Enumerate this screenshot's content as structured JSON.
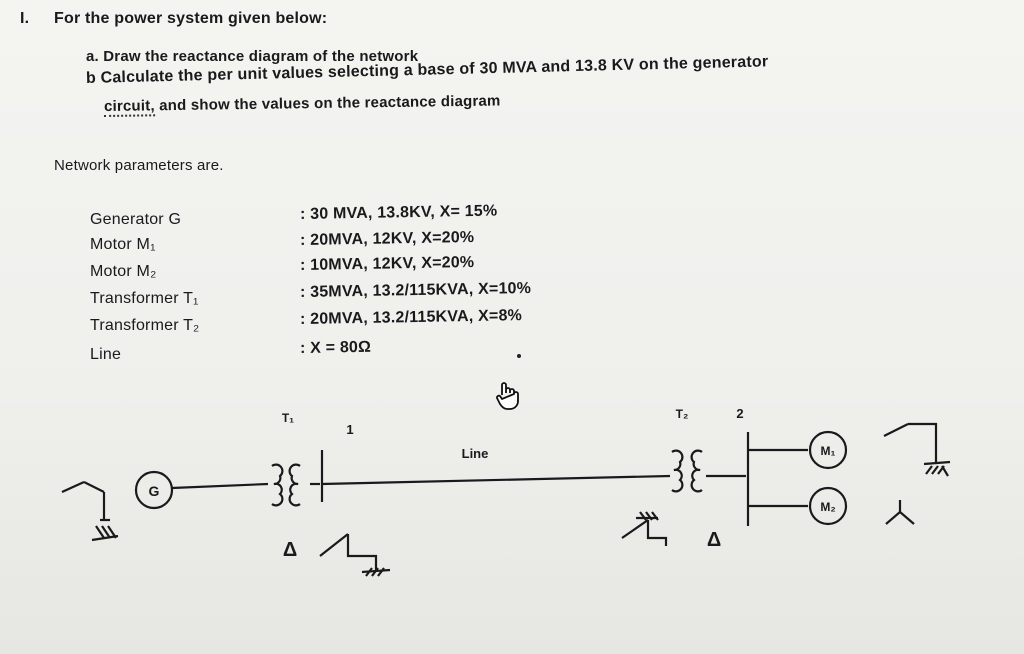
{
  "question": {
    "number": "I.",
    "stem": "For the power system given below:",
    "part_a": "a. Draw the reactance diagram of the network",
    "part_b_line1": "b  Calculate the per unit values selecting a base of 30 MVA and 13.8 KV on the generator",
    "part_b_line2_first": "circuit,",
    "part_b_line2_rest": " and show the values on the reactance diagram"
  },
  "network": {
    "title": "Network parameters are.",
    "params": [
      {
        "name": "Generator G",
        "value": ": 30 MVA, 13.8KV, X= 15%"
      },
      {
        "name": "Motor M₁",
        "value": ": 20MVA, 12KV, X=20%"
      },
      {
        "name": "Motor M₂",
        "value": ": 10MVA, 12KV, X=20%"
      },
      {
        "name": "Transformer T₁",
        "value": ": 35MVA, 13.2/115KVA, X=10%"
      },
      {
        "name": "Transformer T₂",
        "value": ": 20MVA, 13.2/115KVA, X=8%"
      },
      {
        "name": "Line",
        "value": ": X = 80Ω"
      }
    ]
  },
  "diagram": {
    "t1_label": "T₁",
    "bus1_label": "1",
    "line_label": "Line",
    "t2_label": "T₂",
    "bus2_label": "2",
    "gen_label": "G",
    "m1_label": "M₁",
    "m2_label": "M₂",
    "delta_symbol": "Δ"
  },
  "cursor_icon": "hand-pointer-icon"
}
